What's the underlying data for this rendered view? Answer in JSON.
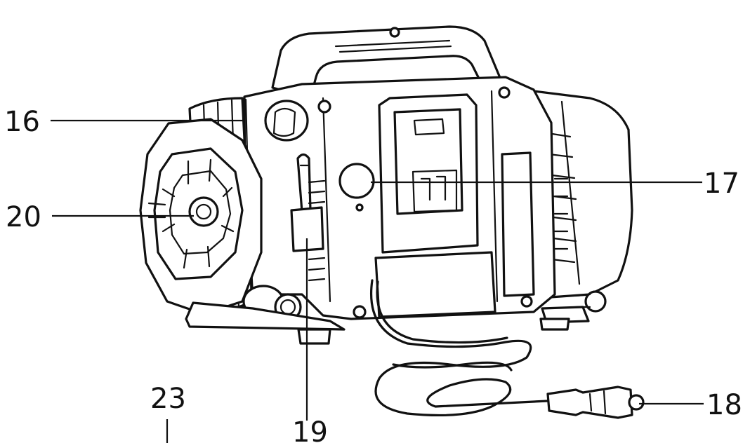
{
  "callouts": {
    "c16": "16",
    "c17": "17",
    "c18": "18",
    "c19": "19",
    "c20": "20",
    "c23": "23"
  }
}
